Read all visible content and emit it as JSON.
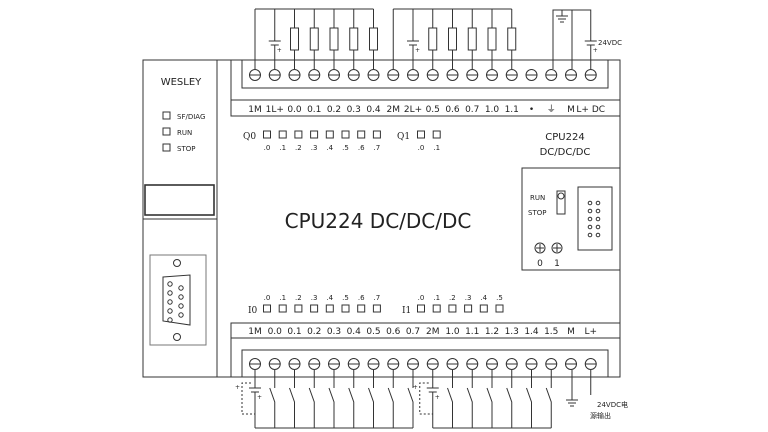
{
  "brand": "WESLEY",
  "status_leds": [
    "SF/DIAG",
    "RUN",
    "STOP"
  ],
  "model_title": "CPU224 DC/DC/DC",
  "model_label_line1": "CPU224",
  "model_label_line2": "DC/DC/DC",
  "mode_switch": {
    "run": "RUN",
    "stop": "STOP"
  },
  "potentiometers": [
    "0",
    "1"
  ],
  "output_terminals": [
    "1M",
    "1L+",
    "0.0",
    "0.1",
    "0.2",
    "0.3",
    "0.4",
    "2M",
    "2L+",
    "0.5",
    "0.6",
    "0.7",
    "1.0",
    "1.1",
    "•",
    "⏚",
    "M",
    "L+ DC"
  ],
  "input_terminals": [
    "1M",
    "0.0",
    "0.1",
    "0.2",
    "0.3",
    "0.4",
    "0.5",
    "0.6",
    "0.7",
    "2M",
    "1.0",
    "1.1",
    "1.2",
    "1.3",
    "1.4",
    "1.5",
    "M",
    "L+"
  ],
  "output_leds": {
    "group0": {
      "label": "Q0",
      "bits": [
        ".0",
        ".1",
        ".2",
        ".3",
        ".4",
        ".5",
        ".6",
        ".7"
      ]
    },
    "group1": {
      "label": "Q1",
      "bits": [
        ".0",
        ".1"
      ]
    }
  },
  "input_leds": {
    "group0": {
      "label": "I0",
      "bits": [
        ".0",
        ".1",
        ".2",
        ".3",
        ".4",
        ".5",
        ".6",
        ".7"
      ]
    },
    "group1": {
      "label": "I1",
      "bits": [
        ".0",
        ".1",
        ".2",
        ".3",
        ".4",
        ".5"
      ]
    }
  },
  "supply_top_label": "24VDC",
  "supply_bottom_label_1": "24VDC电",
  "supply_bottom_label_2": "源输出",
  "colors": {
    "line": "#333333",
    "background": "#ffffff"
  }
}
